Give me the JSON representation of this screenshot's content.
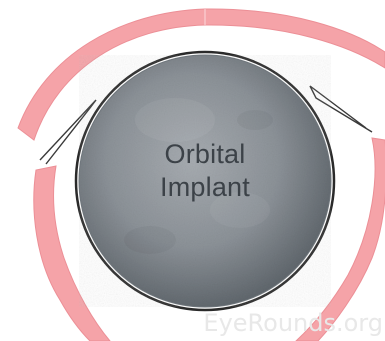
{
  "diagram": {
    "implant_label_line1": "Orbital",
    "implant_label_line2": "Implant",
    "watermark": "EyeRounds.org",
    "colors": {
      "background": "#ffffff",
      "tissue_fill": "#f5a3a8",
      "tissue_edge": "#ec8f96",
      "implant_rim": "#2a2a2a",
      "implant_center": "#9aa0a6",
      "implant_edge": "#555c63",
      "suture_line": "#3a3a3a",
      "label_text": "#3c4248",
      "watermark_text": "#e8e8e8"
    }
  }
}
